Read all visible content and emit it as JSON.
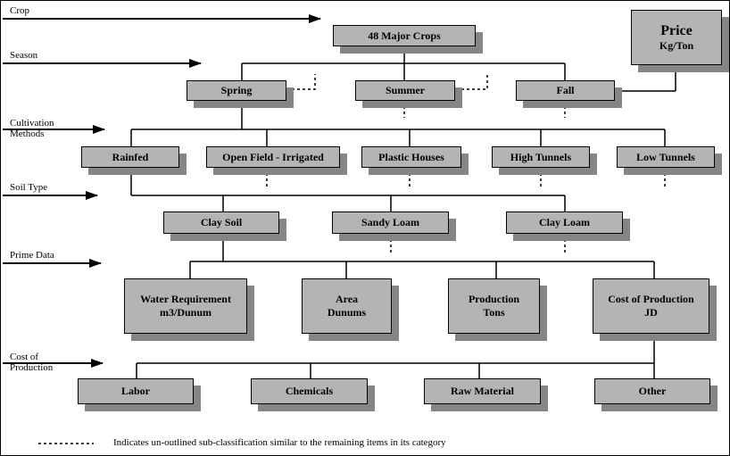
{
  "row_labels": {
    "crop": "Crop",
    "season": "Season",
    "cultivation": "Cultivation\n Methods",
    "soil": "Soil Type",
    "prime": "Prime Data",
    "cost": "Cost of\nProduction"
  },
  "root": "48 Major Crops",
  "price": {
    "title": "Price",
    "unit": "Kg/Ton"
  },
  "seasons": [
    "Spring",
    "Summer",
    "Fall"
  ],
  "methods": [
    "Rainfed",
    "Open Field - Irrigated",
    "Plastic Houses",
    "High Tunnels",
    "Low Tunnels"
  ],
  "soils": [
    "Clay Soil",
    "Sandy Loam",
    "Clay Loam"
  ],
  "prime_data": [
    {
      "line1": "Water Requirement",
      "line2": "m3/Dunum"
    },
    {
      "line1": "Area",
      "line2": "Dunums"
    },
    {
      "line1": "Production",
      "line2": "Tons"
    },
    {
      "line1": "Cost of Production",
      "line2": "JD"
    }
  ],
  "costs": [
    "Labor",
    "Chemicals",
    "Raw Material",
    "Other"
  ],
  "legend": "Indicates un-outlined sub-classification similar to the remaining items in its category",
  "colors": {
    "box_fill": "#b4b4b4",
    "box_shadow": "#858585",
    "line": "#000000"
  }
}
